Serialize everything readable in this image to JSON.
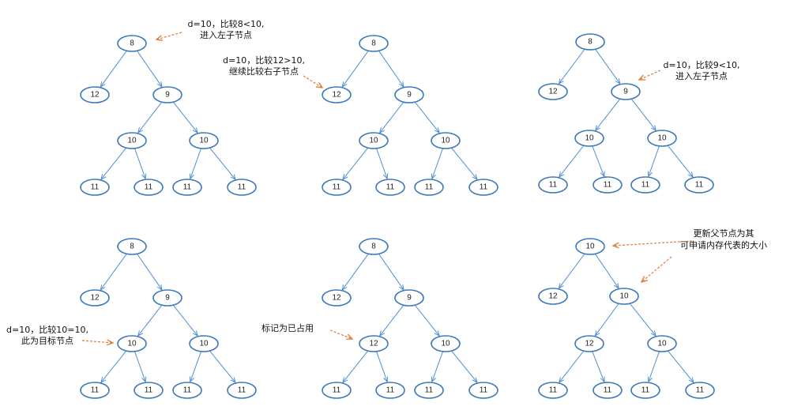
{
  "colors": {
    "node_stroke": "#3a78b8",
    "edge": "#4f8fd0",
    "annotation_arrow": "#e07b39",
    "text": "#111111"
  },
  "panels": [
    {
      "id": "step-1",
      "nodes": [
        {
          "id": "n1",
          "label": "8"
        },
        {
          "id": "n2",
          "label": "12"
        },
        {
          "id": "n3",
          "label": "9"
        },
        {
          "id": "n4",
          "label": "10"
        },
        {
          "id": "n5",
          "label": "10"
        },
        {
          "id": "n6",
          "label": "11"
        },
        {
          "id": "n7",
          "label": "11"
        },
        {
          "id": "n8",
          "label": "11"
        },
        {
          "id": "n9",
          "label": "11"
        }
      ],
      "annotation": {
        "lines": [
          "d=10，比较8<10,",
          "进入左子节点"
        ]
      }
    },
    {
      "id": "step-2",
      "nodes": [
        {
          "id": "n1",
          "label": "8"
        },
        {
          "id": "n2",
          "label": "12"
        },
        {
          "id": "n3",
          "label": "9"
        },
        {
          "id": "n4",
          "label": "10"
        },
        {
          "id": "n5",
          "label": "10"
        },
        {
          "id": "n6",
          "label": "11"
        },
        {
          "id": "n7",
          "label": "11"
        },
        {
          "id": "n8",
          "label": "11"
        },
        {
          "id": "n9",
          "label": "11"
        }
      ],
      "annotation": {
        "lines": [
          "d=10，比较12>10,",
          "继续比较右子节点"
        ]
      }
    },
    {
      "id": "step-3",
      "nodes": [
        {
          "id": "n1",
          "label": "8"
        },
        {
          "id": "n2",
          "label": "12"
        },
        {
          "id": "n3",
          "label": "9"
        },
        {
          "id": "n4",
          "label": "10"
        },
        {
          "id": "n5",
          "label": "10"
        },
        {
          "id": "n6",
          "label": "11"
        },
        {
          "id": "n7",
          "label": "11"
        },
        {
          "id": "n8",
          "label": "11"
        },
        {
          "id": "n9",
          "label": "11"
        }
      ],
      "annotation": {
        "lines": [
          "d=10，比较9<10,",
          "进入左子节点"
        ]
      }
    },
    {
      "id": "step-4",
      "nodes": [
        {
          "id": "n1",
          "label": "8"
        },
        {
          "id": "n2",
          "label": "12"
        },
        {
          "id": "n3",
          "label": "9"
        },
        {
          "id": "n4",
          "label": "10"
        },
        {
          "id": "n5",
          "label": "10"
        },
        {
          "id": "n6",
          "label": "11"
        },
        {
          "id": "n7",
          "label": "11"
        },
        {
          "id": "n8",
          "label": "11"
        },
        {
          "id": "n9",
          "label": "11"
        }
      ],
      "annotation": {
        "lines": [
          "d=10，比较10=10,",
          "此为目标节点"
        ]
      }
    },
    {
      "id": "step-5",
      "nodes": [
        {
          "id": "n1",
          "label": "8"
        },
        {
          "id": "n2",
          "label": "12"
        },
        {
          "id": "n3",
          "label": "9"
        },
        {
          "id": "n4",
          "label": "12"
        },
        {
          "id": "n5",
          "label": "10"
        },
        {
          "id": "n6",
          "label": "11"
        },
        {
          "id": "n7",
          "label": "11"
        },
        {
          "id": "n8",
          "label": "11"
        },
        {
          "id": "n9",
          "label": "11"
        }
      ],
      "annotation": {
        "lines": [
          "标记为已占用"
        ]
      }
    },
    {
      "id": "step-6",
      "nodes": [
        {
          "id": "n1",
          "label": "10"
        },
        {
          "id": "n2",
          "label": "12"
        },
        {
          "id": "n3",
          "label": "10"
        },
        {
          "id": "n4",
          "label": "12"
        },
        {
          "id": "n5",
          "label": "10"
        },
        {
          "id": "n6",
          "label": "11"
        },
        {
          "id": "n7",
          "label": "11"
        },
        {
          "id": "n8",
          "label": "11"
        },
        {
          "id": "n9",
          "label": "11"
        }
      ],
      "annotation": {
        "lines": [
          "更新父节点为其",
          "可申请内存代表的大小"
        ]
      }
    }
  ]
}
